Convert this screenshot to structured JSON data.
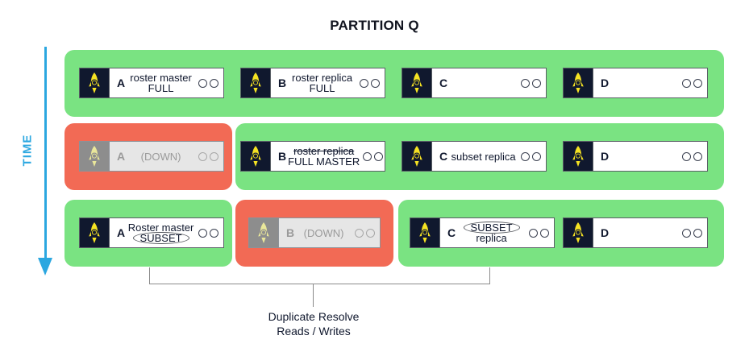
{
  "title": "PARTITION Q",
  "time_axis": {
    "label": "TIME",
    "arrow_icon": "down-arrow-icon",
    "color": "#2ba7e0"
  },
  "colors": {
    "panel_healthy": "#7ae382",
    "panel_failed": "#f26a55",
    "node_logo_bg": "#10182e",
    "node_logo_fg": "#f5e223",
    "node_down_bg": "#e6e6e6",
    "text": "#10182e",
    "accent": "#2ba7e0"
  },
  "legend": {
    "logo_icon": "rocket-icon",
    "status_dot_icon": "status-dot-icon"
  },
  "rows": [
    {
      "id": "row-1",
      "nodes": [
        {
          "letter": "A",
          "line1": "roster master",
          "line2": "FULL",
          "state": "up",
          "strike1": false,
          "ellipse1": false,
          "ellipse2": false
        },
        {
          "letter": "B",
          "line1": "roster replica",
          "line2": "FULL",
          "state": "up",
          "strike1": false,
          "ellipse1": false,
          "ellipse2": false
        },
        {
          "letter": "C",
          "line1": "",
          "line2": "",
          "state": "up",
          "strike1": false,
          "ellipse1": false,
          "ellipse2": false
        },
        {
          "letter": "D",
          "line1": "",
          "line2": "",
          "state": "up",
          "strike1": false,
          "ellipse1": false,
          "ellipse2": false
        }
      ]
    },
    {
      "id": "row-2",
      "nodes": [
        {
          "letter": "A",
          "line1": "(DOWN)",
          "line2": "",
          "state": "down",
          "strike1": false,
          "ellipse1": false,
          "ellipse2": false
        },
        {
          "letter": "B",
          "line1": "roster replica",
          "line2": "FULL MASTER",
          "state": "up",
          "strike1": true,
          "ellipse1": false,
          "ellipse2": false
        },
        {
          "letter": "C",
          "line1": "subset replica",
          "line2": "",
          "state": "up",
          "strike1": false,
          "ellipse1": false,
          "ellipse2": false
        },
        {
          "letter": "D",
          "line1": "",
          "line2": "",
          "state": "up",
          "strike1": false,
          "ellipse1": false,
          "ellipse2": false
        }
      ]
    },
    {
      "id": "row-3",
      "nodes": [
        {
          "letter": "A",
          "line1": "Roster master",
          "line2": "SUBSET",
          "state": "up",
          "strike1": false,
          "ellipse1": false,
          "ellipse2": true
        },
        {
          "letter": "B",
          "line1": "(DOWN)",
          "line2": "",
          "state": "down",
          "strike1": false,
          "ellipse1": false,
          "ellipse2": false
        },
        {
          "letter": "C",
          "line1": "SUBSET",
          "line2": "replica",
          "state": "up",
          "strike1": false,
          "ellipse1": true,
          "ellipse2": false
        },
        {
          "letter": "D",
          "line1": "",
          "line2": "",
          "state": "up",
          "strike1": false,
          "ellipse1": false,
          "ellipse2": false
        }
      ]
    }
  ],
  "bracket": {
    "caption_line1": "Duplicate Resolve",
    "caption_line2": "Reads / Writes"
  }
}
